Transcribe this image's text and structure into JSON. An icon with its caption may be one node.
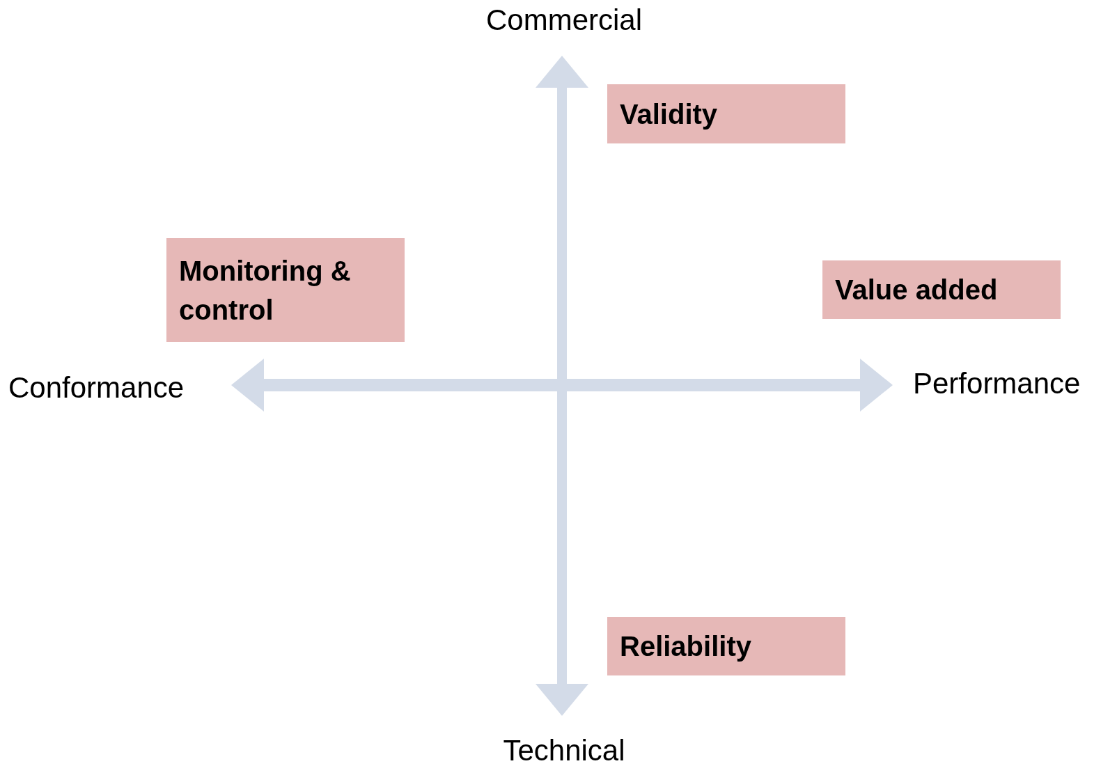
{
  "diagram": {
    "nodes": [
      {
        "text": [
          "Validity"
        ]
      },
      {
        "text": [
          "Monitoring & control"
        ]
      },
      {
        "text": [
          "Value added"
        ]
      },
      {
        "text": [
          "Reliability"
        ]
      }
    ],
    "labels": [
      "Commercial",
      "Conformance",
      "Performance",
      "Technical"
    ]
  }
}
